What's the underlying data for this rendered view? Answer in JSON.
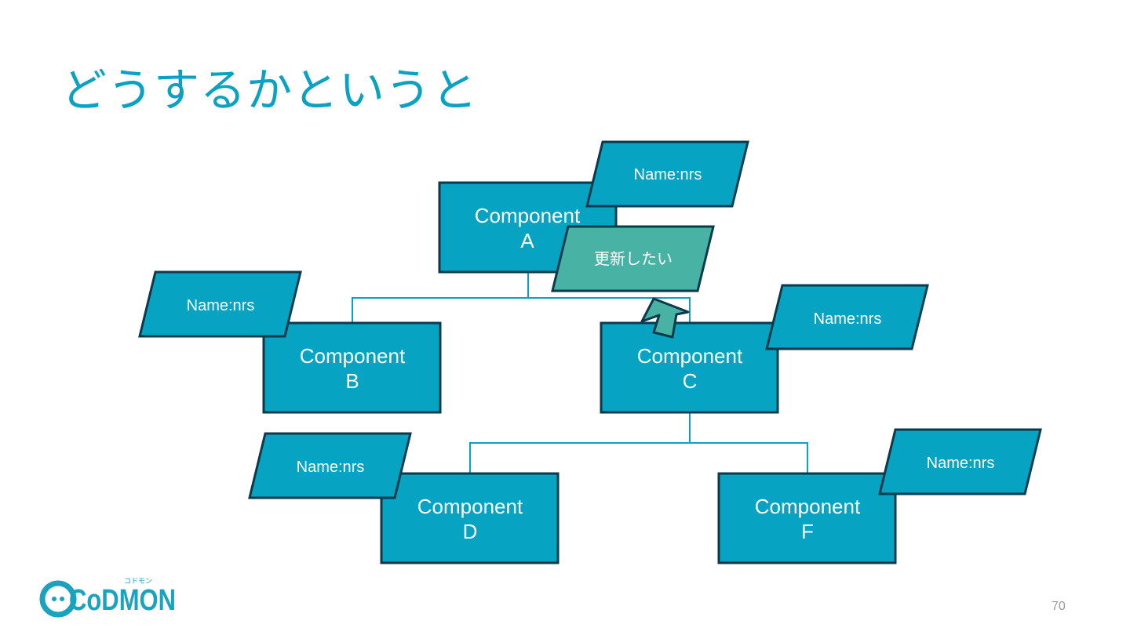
{
  "slide": {
    "title": "どうするかというと",
    "page_number": "70"
  },
  "colors": {
    "title": "#0aa1c2",
    "box_fill": "#06a3c3",
    "box_stroke": "#0b3a4a",
    "update_fill": "#48b3a5",
    "connector": "#0aa1c2"
  },
  "logo": {
    "text": "CoDMON",
    "kana": "コドモン"
  },
  "diagram": {
    "components": {
      "a": {
        "line1": "Component",
        "line2": "A"
      },
      "b": {
        "line1": "Component",
        "line2": "B"
      },
      "c": {
        "line1": "Component",
        "line2": "C"
      },
      "d": {
        "line1": "Component",
        "line2": "D"
      },
      "f": {
        "line1": "Component",
        "line2": "F"
      }
    },
    "tags": {
      "a": "Name:nrs",
      "b": "Name:nrs",
      "c": "Name:nrs",
      "d": "Name:nrs",
      "f": "Name:nrs"
    },
    "update_label": "更新したい",
    "update_arrow_icon": "up-arrow-icon"
  }
}
